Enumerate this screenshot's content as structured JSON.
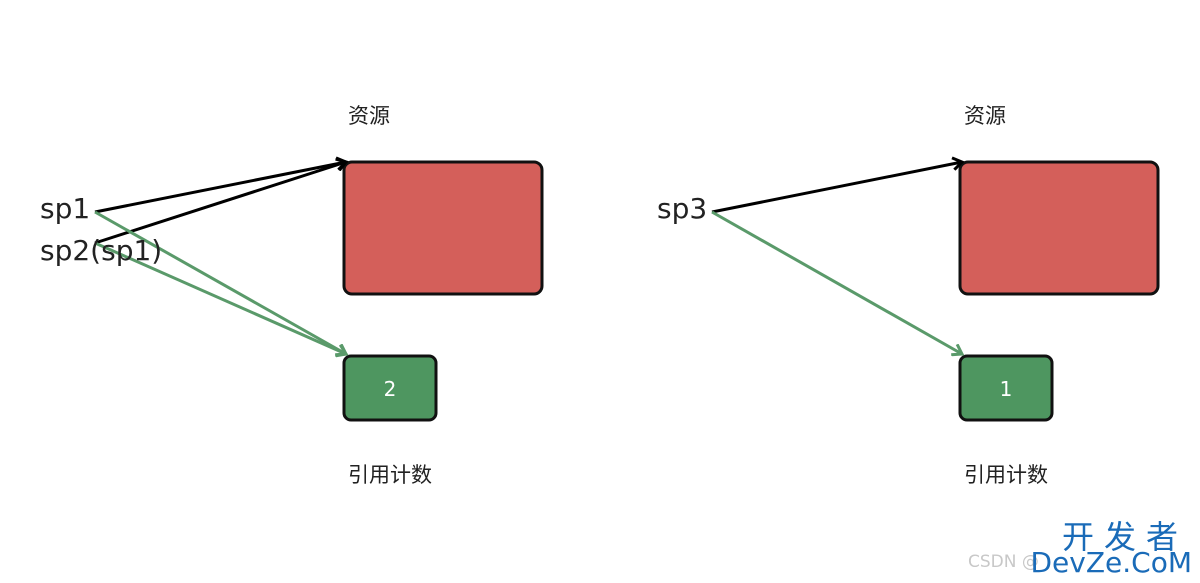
{
  "colors": {
    "resource": "#d45f5a",
    "refcount": "#4e9660",
    "pointer_arrow": "#000000",
    "count_arrow": "#5a9a6a"
  },
  "left": {
    "resource_label": "资源",
    "refcount_label": "引用计数",
    "refcount": "2",
    "pointers": [
      "sp1",
      "sp2(sp1)"
    ]
  },
  "right": {
    "resource_label": "资源",
    "refcount_label": "引用计数",
    "refcount": "1",
    "pointers": [
      "sp3"
    ]
  },
  "watermark": {
    "brand_cn": "开发者",
    "brand_en": "DevZe.CoM",
    "csdn": "CSDN @"
  }
}
